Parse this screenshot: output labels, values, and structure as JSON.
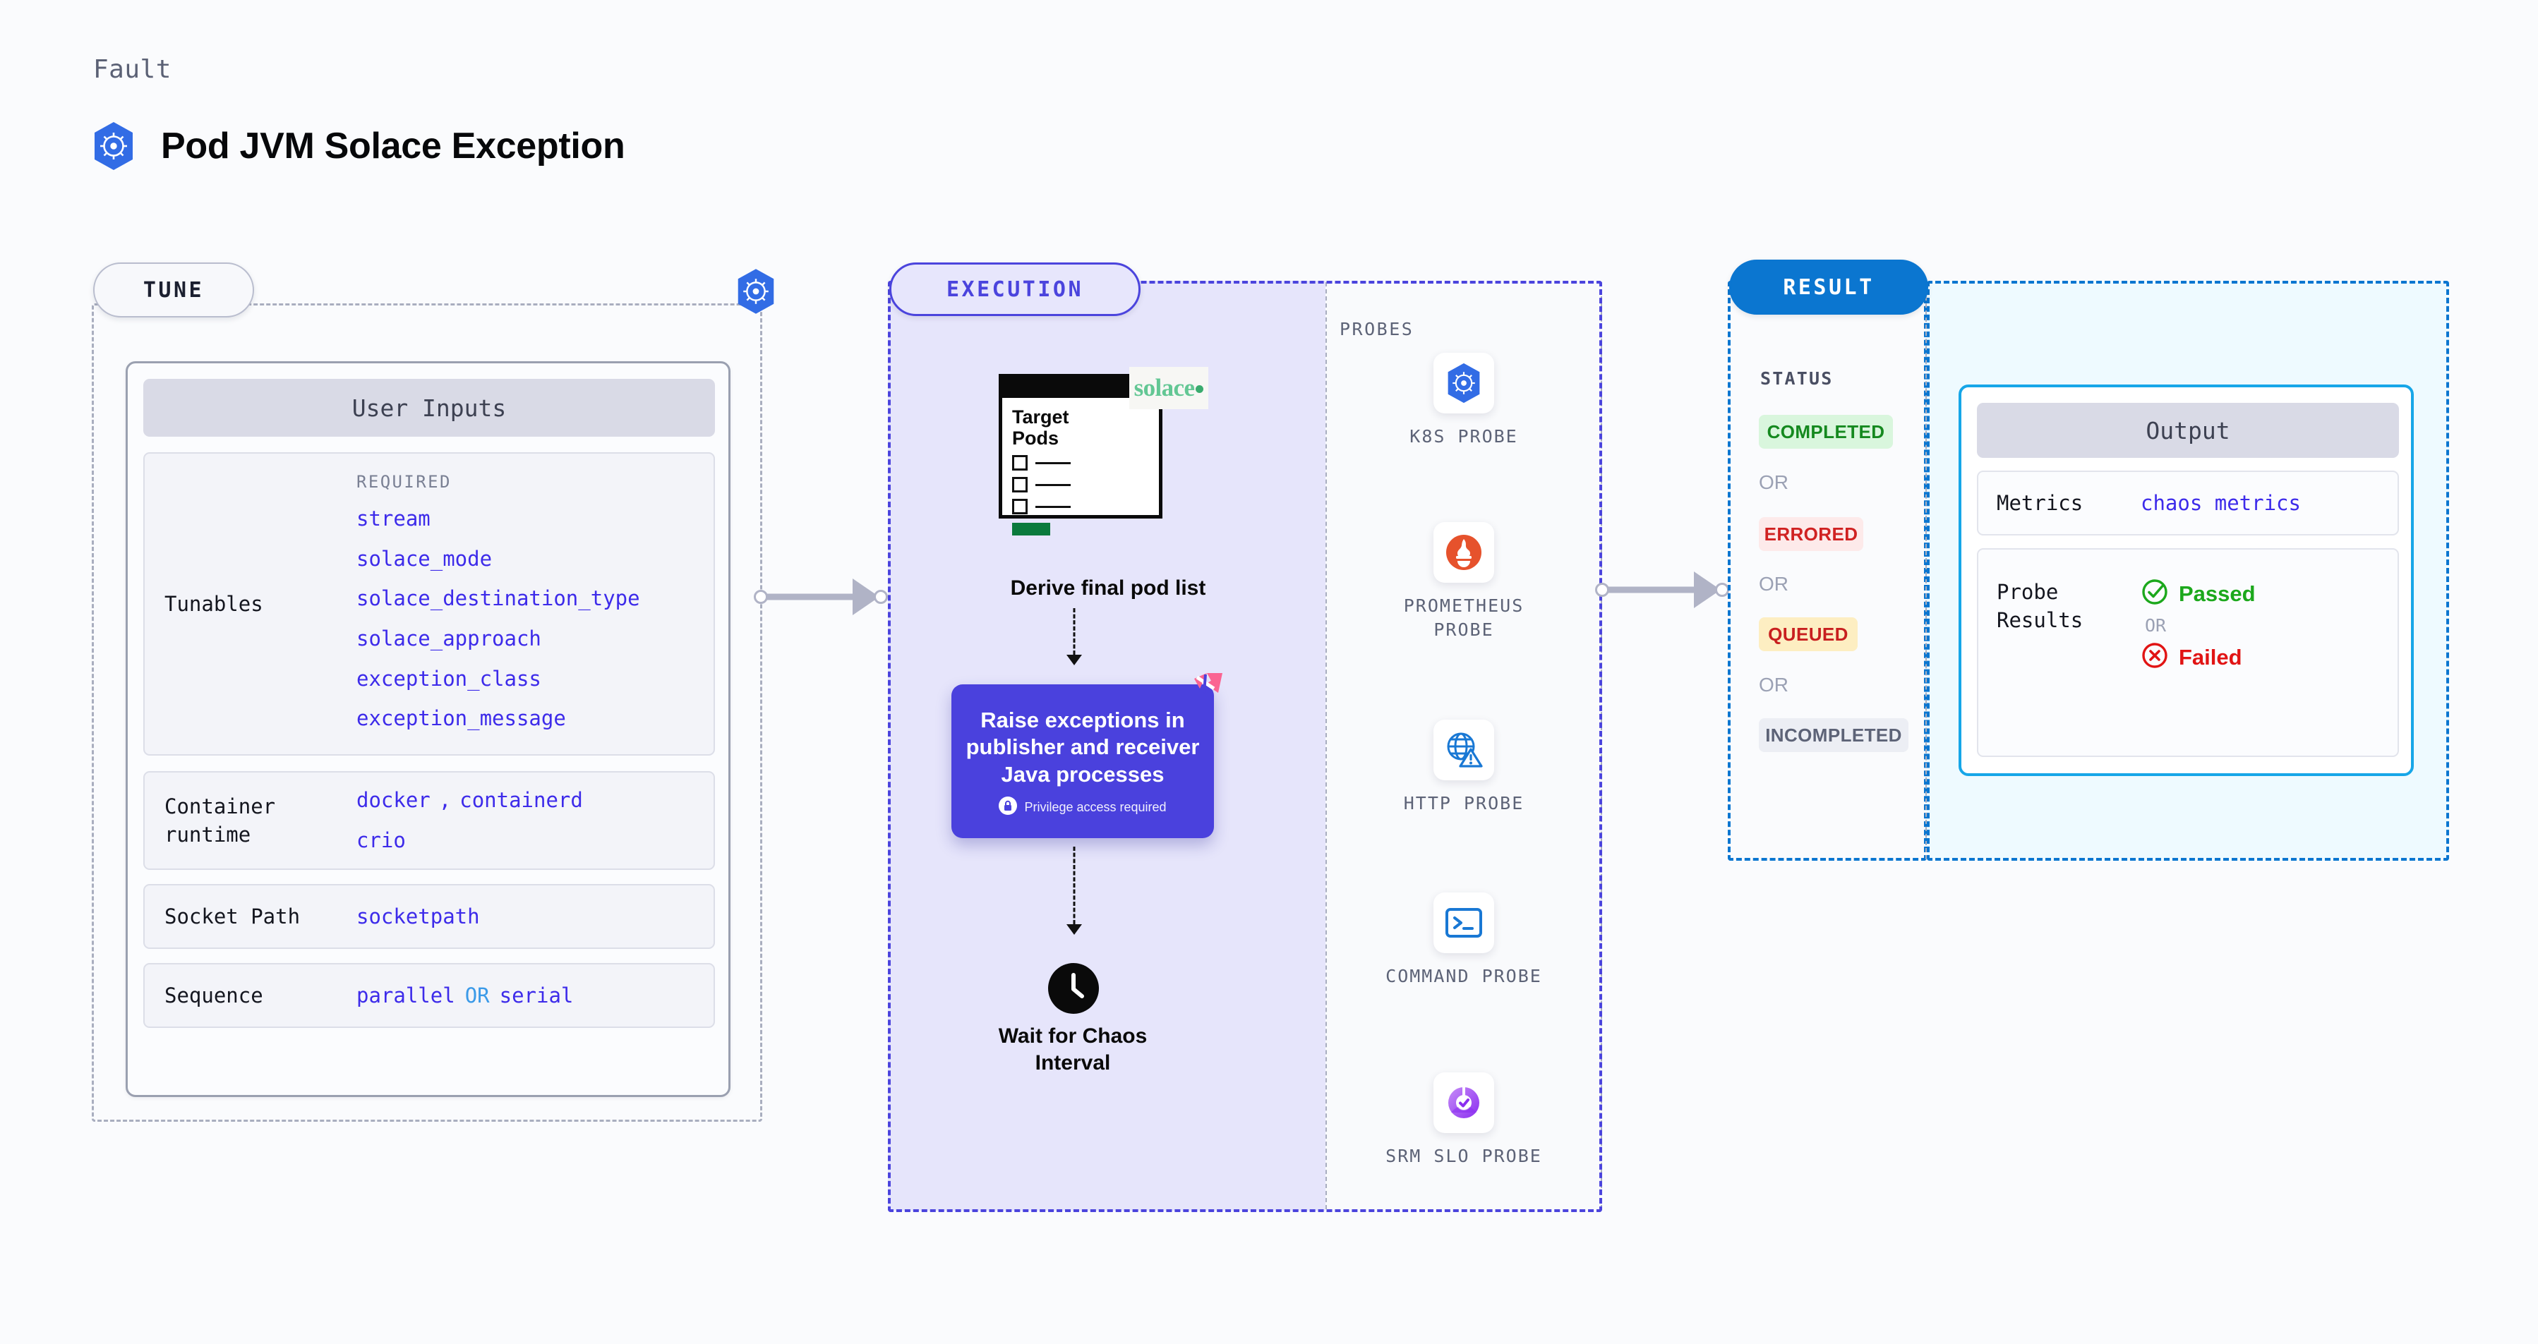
{
  "header": {
    "eyebrow": "Fault",
    "title": "Pod JVM Solace Exception",
    "logo_icon": "kubernetes-icon"
  },
  "tune": {
    "pill_label": "TUNE",
    "card_title": "User Inputs",
    "tunables": {
      "label": "Tunables",
      "required_header": "REQUIRED",
      "items": [
        "stream",
        "solace_mode",
        "solace_destination_type",
        "solace_approach",
        "exception_class",
        "exception_message"
      ]
    },
    "rows": [
      {
        "label_line1": "Container",
        "label_line2": "runtime",
        "value_line1_a": "docker",
        "value_sep": ",",
        "value_line1_b": "containerd",
        "value_line2": "crio"
      },
      {
        "label": "Socket Path",
        "value": "socketpath"
      },
      {
        "label": "Sequence",
        "value_a": "parallel",
        "value_or": "OR",
        "value_b": "serial"
      }
    ],
    "badge_icon": "kubernetes-icon"
  },
  "execution": {
    "pill_label": "EXECUTION",
    "step1": {
      "doc_title_line1": "Target",
      "doc_title_line2": "Pods",
      "brand_badge": "solace",
      "brand_icon": "solace-dot-icon",
      "caption": "Derive final pod list"
    },
    "step2": {
      "title": "Raise exceptions in publisher and receiver Java processes",
      "privilege_note": "Privilege access required",
      "lock_icon": "lock-icon",
      "corner_icon": "litmus-chaos-icon"
    },
    "step3": {
      "icon": "clock-icon",
      "caption_line1": "Wait for Chaos",
      "caption_line2": "Interval"
    },
    "probes": {
      "title": "PROBES",
      "items": [
        {
          "label": "K8S PROBE",
          "icon": "kubernetes-icon"
        },
        {
          "label": "PROMETHEUS PROBE",
          "icon": "prometheus-icon"
        },
        {
          "label": "HTTP PROBE",
          "icon": "http-globe-warning-icon"
        },
        {
          "label": "COMMAND PROBE",
          "icon": "terminal-icon"
        },
        {
          "label": "SRM SLO PROBE",
          "icon": "srm-slo-icon"
        }
      ]
    }
  },
  "result": {
    "pill_label": "RESULT",
    "status_title": "STATUS",
    "or_label": "OR",
    "statuses": [
      {
        "label": "COMPLETED",
        "state": "completed"
      },
      {
        "label": "ERRORED",
        "state": "errored"
      },
      {
        "label": "QUEUED",
        "state": "queued"
      },
      {
        "label": "INCOMPLETED",
        "state": "incompleted"
      }
    ],
    "output": {
      "card_title": "Output",
      "metrics_label": "Metrics",
      "metrics_value": "chaos metrics",
      "probe_results_label_line1": "Probe",
      "probe_results_label_line2": "Results",
      "passed_label": "Passed",
      "passed_icon": "check-circle-icon",
      "or_label": "OR",
      "failed_label": "Failed",
      "failed_icon": "x-circle-icon"
    }
  },
  "colors": {
    "background": "#fafbfd",
    "tune_border": "#9aa0b0",
    "execution_accent": "#4b44dd",
    "execution_fill": "#e6e5fb",
    "result_accent": "#0b76d0",
    "result_fill": "#eefaff",
    "output_border": "#16a6e8",
    "mono_value": "#3d2bea",
    "kubernetes_blue": "#326ce5",
    "prometheus_orange": "#e6522c",
    "solace_green": "#63c794",
    "chaos_pink": "#fa6592",
    "passed_green": "#1ca81c",
    "failed_red": "#e11414"
  }
}
